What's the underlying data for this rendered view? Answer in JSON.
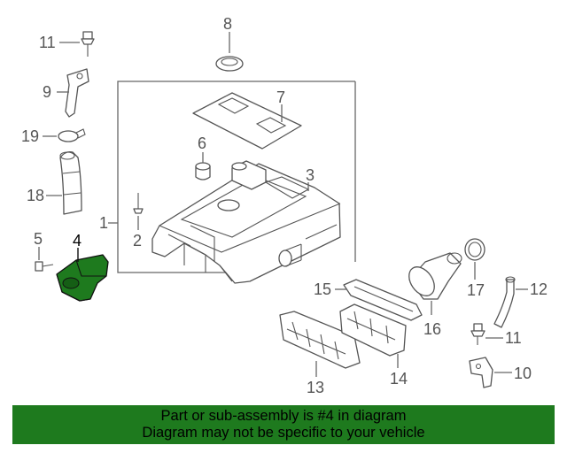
{
  "callouts": {
    "c1": "1",
    "c2": "2",
    "c3": "3",
    "c4": "4",
    "c5": "5",
    "c6": "6",
    "c7": "7",
    "c8": "8",
    "c9": "9",
    "c10": "10",
    "c11a": "11",
    "c11b": "11",
    "c12": "12",
    "c13": "13",
    "c14": "14",
    "c15": "15",
    "c16": "16",
    "c17": "17",
    "c18": "18",
    "c19": "19"
  },
  "colors": {
    "highlight": "#1e7a1e"
  },
  "banner": {
    "line1": "Part or sub-assembly is #4 in diagram",
    "line2": "Diagram may not be specific to your vehicle"
  }
}
